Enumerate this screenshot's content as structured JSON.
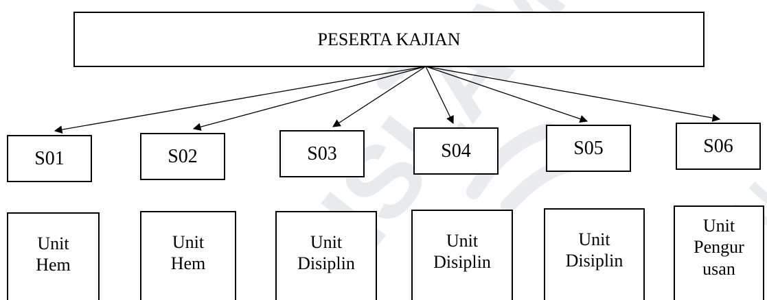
{
  "root": {
    "label": "PESERTA KAJIAN"
  },
  "participants": [
    {
      "code": "S01",
      "unit": "Unit\nHem"
    },
    {
      "code": "S02",
      "unit": "Unit\nHem"
    },
    {
      "code": "S03",
      "unit": "Unit\nDisiplin"
    },
    {
      "code": "S04",
      "unit": "Unit\nDisiplin"
    },
    {
      "code": "S05",
      "unit": "Unit\nDisiplin"
    },
    {
      "code": "S06",
      "unit": "Unit\nPengur\nusan"
    }
  ],
  "colors": {
    "line": "#000000",
    "box_border": "#000000",
    "watermark": "#cfd4dc"
  },
  "watermark_text": "ISLAM",
  "watermark_text_2": "MALAYSIA"
}
